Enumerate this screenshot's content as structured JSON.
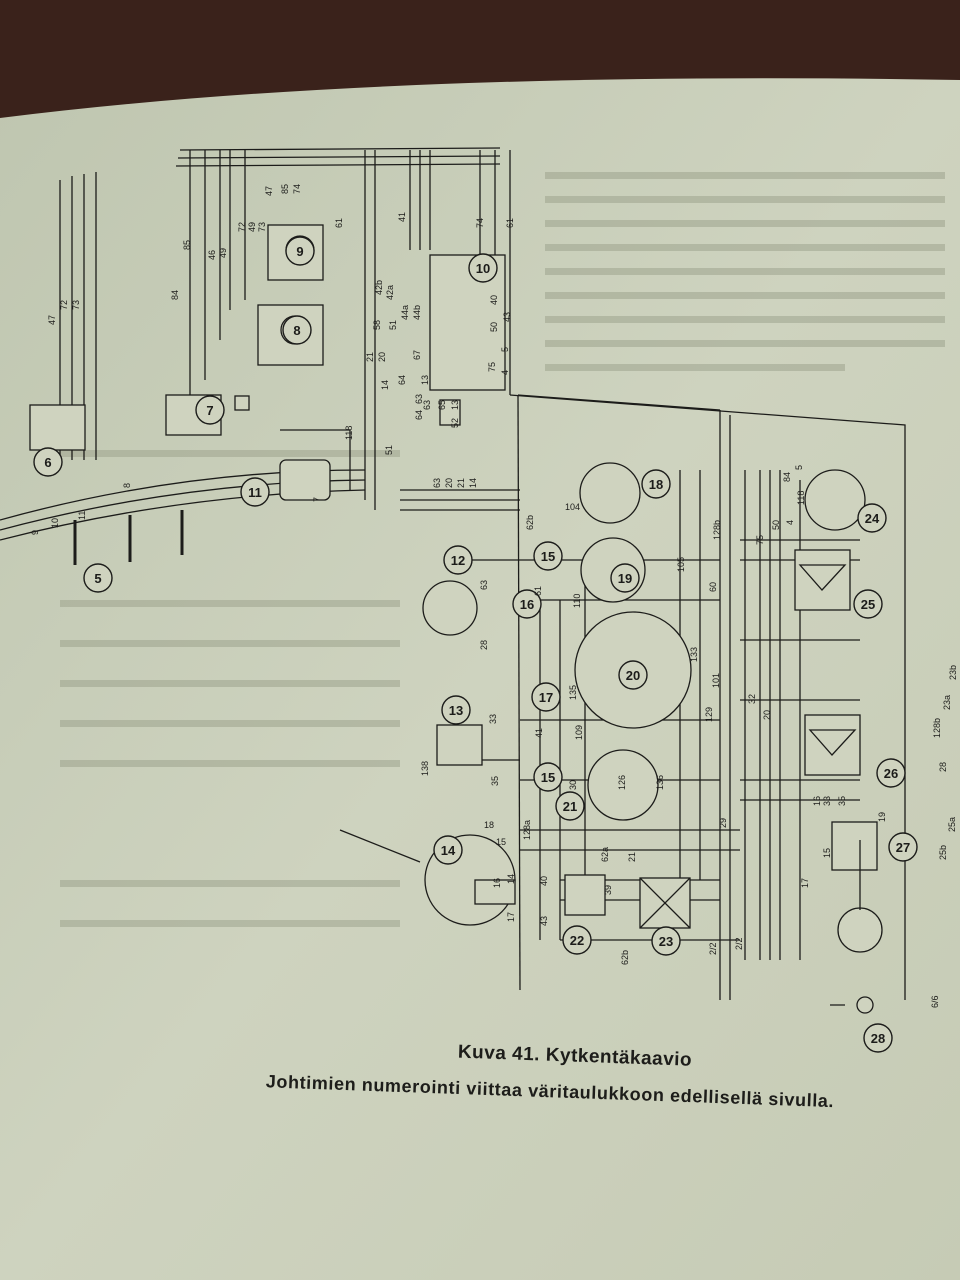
{
  "caption": {
    "title": "Kuva 41. Kytkentäkaavio",
    "subtitle": "Johtimien numerointi viittaa väritaulukkoon edellisellä sivulla."
  },
  "components": [
    {
      "id": "c5",
      "label": "5"
    },
    {
      "id": "c6",
      "label": "6"
    },
    {
      "id": "c7",
      "label": "7"
    },
    {
      "id": "c8",
      "label": "8"
    },
    {
      "id": "c9",
      "label": "9"
    },
    {
      "id": "c10",
      "label": "10"
    },
    {
      "id": "c11",
      "label": "11"
    },
    {
      "id": "c12",
      "label": "12"
    },
    {
      "id": "c13",
      "label": "13"
    },
    {
      "id": "c14",
      "label": "14"
    },
    {
      "id": "c15a",
      "label": "15"
    },
    {
      "id": "c15b",
      "label": "15"
    },
    {
      "id": "c16",
      "label": "16"
    },
    {
      "id": "c17",
      "label": "17"
    },
    {
      "id": "c18",
      "label": "18"
    },
    {
      "id": "c19",
      "label": "19"
    },
    {
      "id": "c20",
      "label": "20"
    },
    {
      "id": "c21",
      "label": "21"
    },
    {
      "id": "c22",
      "label": "22"
    },
    {
      "id": "c23",
      "label": "23"
    },
    {
      "id": "c24",
      "label": "24"
    },
    {
      "id": "c25",
      "label": "25"
    },
    {
      "id": "c26",
      "label": "26"
    },
    {
      "id": "c27",
      "label": "27"
    },
    {
      "id": "c28",
      "label": "28"
    }
  ],
  "wire_labels": [
    "47",
    "72",
    "73",
    "84",
    "85",
    "46",
    "49",
    "72",
    "49",
    "73",
    "47",
    "85",
    "74",
    "61",
    "41",
    "74",
    "61",
    "42b",
    "42a",
    "58",
    "51",
    "44a",
    "44b",
    "21",
    "20",
    "64",
    "67",
    "13",
    "14",
    "63",
    "65",
    "75",
    "50",
    "43",
    "40",
    "5",
    "4",
    "118",
    "51",
    "7",
    "8",
    "9",
    "10",
    "11",
    "64",
    "63",
    "52",
    "13",
    "63",
    "20",
    "21",
    "14",
    "62b",
    "104",
    "128b",
    "84",
    "5",
    "75",
    "118",
    "4",
    "50",
    "61",
    "63",
    "110",
    "105",
    "60",
    "28",
    "133",
    "135",
    "41",
    "109",
    "128a",
    "30",
    "126",
    "136",
    "129",
    "101",
    "32",
    "20",
    "128b",
    "23a",
    "138",
    "35",
    "33",
    "18",
    "15",
    "16",
    "14",
    "17",
    "43",
    "40",
    "62a",
    "39",
    "21",
    "29",
    "62b",
    "2/2",
    "2/2",
    "16",
    "33",
    "35",
    "19",
    "17",
    "15",
    "28",
    "25b",
    "25a",
    "23b",
    "6/6"
  ],
  "colors": {
    "paper": "#ccd1bc",
    "ink": "#1c1c1a",
    "table": "#3a221b"
  }
}
